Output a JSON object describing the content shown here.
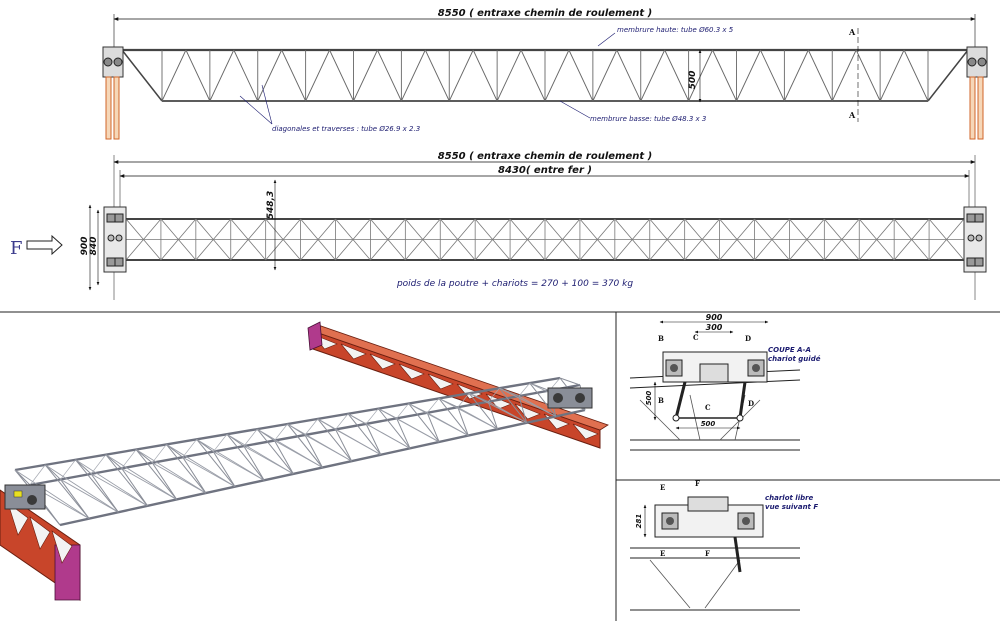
{
  "top_view": {
    "span_label": "8550 ( entraxe chemin de roulement )",
    "height_label": "500",
    "section_mark": "A",
    "upper_chord_note": "membrure haute: tube Ø60.3 x 5",
    "lower_chord_note": "membrure basse: tube Ø48.3 x 3",
    "diagonal_note": "diagonales et traverses : tube Ø26.9 x 2.3"
  },
  "plan_view": {
    "span_label": "8550 ( entraxe chemin de roulement )",
    "rail_label": "8430( entre fer )",
    "offset_label": "548,3",
    "width_outer_label": "900",
    "width_inner_label": "840",
    "force_label": "F",
    "weight_note": "poids de la poutre + chariots =  270 + 100 = 370 kg"
  },
  "section_aa": {
    "width_label": "900",
    "inner_label": "300",
    "height_label": "500",
    "base_label": "500",
    "marks": [
      "B",
      "C",
      "D",
      "B",
      "C",
      "D"
    ],
    "title": "COUPE A-A",
    "subtitle": "chariot guidé"
  },
  "view_f": {
    "height_label": "281",
    "marks": [
      "E",
      "F",
      "E",
      "F"
    ],
    "title": "charlot libre",
    "subtitle": "vue suivant F"
  },
  "colors": {
    "beam_red": "#c8452a",
    "truss_grey": "#6f7380",
    "dim_line": "#111111",
    "annotation_blue": "#1c1c70",
    "magenta_web": "#b03a8c"
  }
}
